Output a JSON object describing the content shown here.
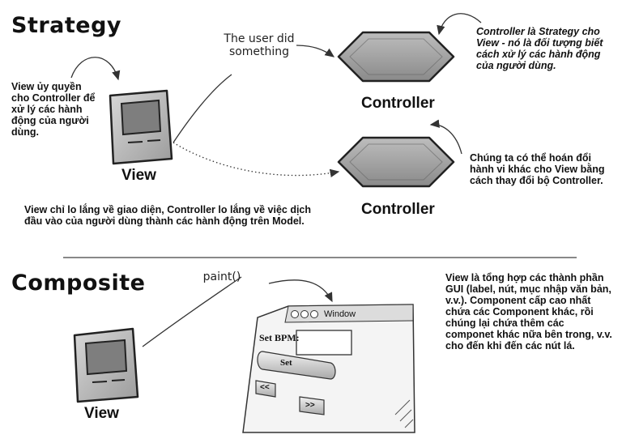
{
  "strategy": {
    "title": "Strategy",
    "view_delegate_note": "View ủy quyền cho Controller để xử lý các hành động của người dùng.",
    "user_did_label": "The user did something",
    "controller_label_top": "Controller",
    "controller_label_bottom": "Controller",
    "view_label": "View",
    "controller_strategy_note": "Controller là Strategy cho View - nó là đối tượng biết cách xử lý các hành động của người dùng.",
    "swap_note": "Chúng ta có thể hoán đổi hành vi khác cho View bằng cách thay đổi bộ Controller.",
    "view_concern_note": "View chỉ lo lắng về giao diện, Controller lo lắng về việc dịch đầu vào của người dùng thành các hành động trên Model."
  },
  "composite": {
    "title": "Composite",
    "paint_label": "paint()",
    "view_label": "View",
    "window_title": "Window",
    "set_bpm_label": "Set BPM:",
    "set_button": "Set",
    "prev_button": "<<",
    "next_button": ">>",
    "composite_note": "View là tổng hợp các thành phần GUI (label, nút, mục nhập văn bản, v.v.). Component cấp cao nhất chứa các Component khác, rồi chúng lại chứa thêm các componet khác nữa bên trong, v.v. cho đến khi đến các nút lá."
  }
}
